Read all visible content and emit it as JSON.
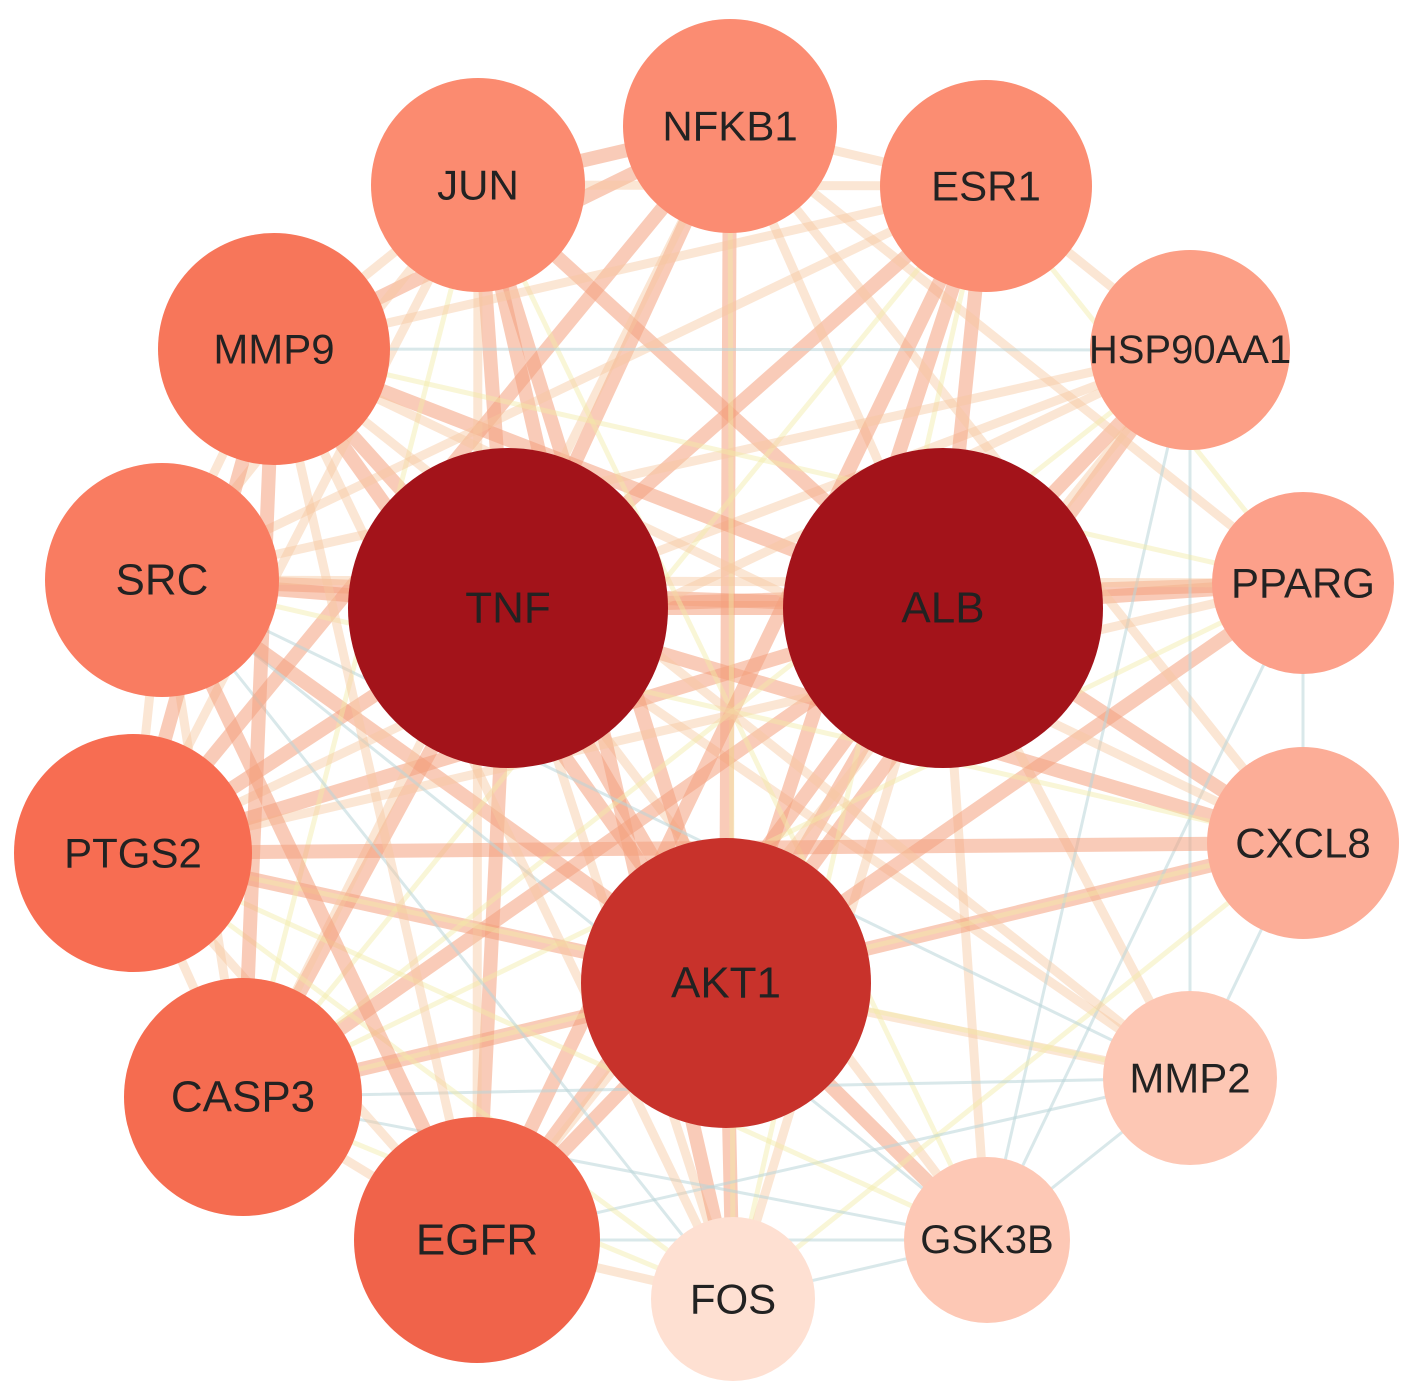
{
  "diagram": {
    "type": "protein-protein interaction network",
    "layout": "circular with three hub nodes in the center",
    "encoding": "node size and color depth increase with degree; edge width and color indicate interaction score",
    "colors": {
      "edge_strong": "#f4a07e",
      "edge_medium": "#f6c8a0",
      "edge_weak_yellow": "#f2eaa6",
      "edge_weak_blue": "#b9d6d8"
    },
    "nodes": [
      {
        "id": "TNF",
        "label": "TNF",
        "color": "#a3131a",
        "tier": "hub"
      },
      {
        "id": "ALB",
        "label": "ALB",
        "color": "#a3131a",
        "tier": "hub"
      },
      {
        "id": "AKT1",
        "label": "AKT1",
        "color": "#c8322b",
        "tier": "hub"
      },
      {
        "id": "NFKB1",
        "label": "NFKB1",
        "color": "#fb8c72",
        "tier": "ring"
      },
      {
        "id": "ESR1",
        "label": "ESR1",
        "color": "#fb8d72",
        "tier": "ring"
      },
      {
        "id": "HSP90AA1",
        "label": "HSP90AA1",
        "color": "#fc9f86",
        "tier": "ring"
      },
      {
        "id": "PPARG",
        "label": "PPARG",
        "color": "#fca08a",
        "tier": "ring"
      },
      {
        "id": "CXCL8",
        "label": "CXCL8",
        "color": "#fcad97",
        "tier": "ring"
      },
      {
        "id": "MMP2",
        "label": "MMP2",
        "color": "#fdc7b4",
        "tier": "ring"
      },
      {
        "id": "GSK3B",
        "label": "GSK3B",
        "color": "#fdc8b5",
        "tier": "ring"
      },
      {
        "id": "FOS",
        "label": "FOS",
        "color": "#fee0d2",
        "tier": "ring"
      },
      {
        "id": "EGFR",
        "label": "EGFR",
        "color": "#f0634a",
        "tier": "ring"
      },
      {
        "id": "CASP3",
        "label": "CASP3",
        "color": "#f56c50",
        "tier": "ring"
      },
      {
        "id": "PTGS2",
        "label": "PTGS2",
        "color": "#f76d52",
        "tier": "ring"
      },
      {
        "id": "SRC",
        "label": "SRC",
        "color": "#f97c61",
        "tier": "ring"
      },
      {
        "id": "MMP9",
        "label": "MMP9",
        "color": "#f7765a",
        "tier": "ring"
      },
      {
        "id": "JUN",
        "label": "JUN",
        "color": "#fb8b70",
        "tier": "ring"
      }
    ],
    "edges": [
      [
        "TNF",
        "ALB",
        "strong"
      ],
      [
        "TNF",
        "AKT1",
        "strong"
      ],
      [
        "ALB",
        "AKT1",
        "strong"
      ],
      [
        "TNF",
        "NFKB1",
        "strong"
      ],
      [
        "TNF",
        "JUN",
        "strong"
      ],
      [
        "TNF",
        "MMP9",
        "strong"
      ],
      [
        "TNF",
        "SRC",
        "strong"
      ],
      [
        "TNF",
        "PTGS2",
        "strong"
      ],
      [
        "TNF",
        "CASP3",
        "strong"
      ],
      [
        "TNF",
        "EGFR",
        "strong"
      ],
      [
        "TNF",
        "FOS",
        "medium"
      ],
      [
        "TNF",
        "GSK3B",
        "medium"
      ],
      [
        "TNF",
        "MMP2",
        "medium"
      ],
      [
        "TNF",
        "CXCL8",
        "strong"
      ],
      [
        "TNF",
        "PPARG",
        "strong"
      ],
      [
        "TNF",
        "HSP90AA1",
        "medium"
      ],
      [
        "TNF",
        "ESR1",
        "strong"
      ],
      [
        "ALB",
        "NFKB1",
        "medium"
      ],
      [
        "ALB",
        "JUN",
        "strong"
      ],
      [
        "ALB",
        "MMP9",
        "strong"
      ],
      [
        "ALB",
        "SRC",
        "strong"
      ],
      [
        "ALB",
        "PTGS2",
        "strong"
      ],
      [
        "ALB",
        "CASP3",
        "strong"
      ],
      [
        "ALB",
        "EGFR",
        "strong"
      ],
      [
        "ALB",
        "FOS",
        "medium"
      ],
      [
        "ALB",
        "GSK3B",
        "medium"
      ],
      [
        "ALB",
        "MMP2",
        "medium"
      ],
      [
        "ALB",
        "CXCL8",
        "strong"
      ],
      [
        "ALB",
        "PPARG",
        "strong"
      ],
      [
        "ALB",
        "HSP90AA1",
        "strong"
      ],
      [
        "ALB",
        "ESR1",
        "strong"
      ],
      [
        "AKT1",
        "NFKB1",
        "strong"
      ],
      [
        "AKT1",
        "JUN",
        "strong"
      ],
      [
        "AKT1",
        "MMP9",
        "strong"
      ],
      [
        "AKT1",
        "SRC",
        "strong"
      ],
      [
        "AKT1",
        "PTGS2",
        "strong"
      ],
      [
        "AKT1",
        "CASP3",
        "strong"
      ],
      [
        "AKT1",
        "EGFR",
        "strong"
      ],
      [
        "AKT1",
        "FOS",
        "strong"
      ],
      [
        "AKT1",
        "GSK3B",
        "strong"
      ],
      [
        "AKT1",
        "MMP2",
        "medium"
      ],
      [
        "AKT1",
        "CXCL8",
        "strong"
      ],
      [
        "AKT1",
        "PPARG",
        "strong"
      ],
      [
        "AKT1",
        "HSP90AA1",
        "strong"
      ],
      [
        "AKT1",
        "ESR1",
        "strong"
      ],
      [
        "NFKB1",
        "JUN",
        "strong"
      ],
      [
        "NFKB1",
        "ESR1",
        "medium"
      ],
      [
        "NFKB1",
        "MMP9",
        "strong"
      ],
      [
        "NFKB1",
        "PTGS2",
        "strong"
      ],
      [
        "NFKB1",
        "CASP3",
        "medium"
      ],
      [
        "NFKB1",
        "CXCL8",
        "medium"
      ],
      [
        "NFKB1",
        "PPARG",
        "medium"
      ],
      [
        "NFKB1",
        "FOS",
        "weak_yellow"
      ],
      [
        "JUN",
        "FOS",
        "strong"
      ],
      [
        "JUN",
        "MMP9",
        "medium"
      ],
      [
        "JUN",
        "SRC",
        "medium"
      ],
      [
        "JUN",
        "EGFR",
        "medium"
      ],
      [
        "JUN",
        "ESR1",
        "medium"
      ],
      [
        "JUN",
        "CASP3",
        "weak_yellow"
      ],
      [
        "JUN",
        "PTGS2",
        "medium"
      ],
      [
        "JUN",
        "GSK3B",
        "weak_yellow"
      ],
      [
        "ESR1",
        "HSP90AA1",
        "medium"
      ],
      [
        "ESR1",
        "EGFR",
        "strong"
      ],
      [
        "ESR1",
        "SRC",
        "medium"
      ],
      [
        "ESR1",
        "PPARG",
        "weak_yellow"
      ],
      [
        "ESR1",
        "MMP9",
        "medium"
      ],
      [
        "ESR1",
        "CASP3",
        "weak_yellow"
      ],
      [
        "ESR1",
        "FOS",
        "weak_yellow"
      ],
      [
        "HSP90AA1",
        "EGFR",
        "medium"
      ],
      [
        "HSP90AA1",
        "SRC",
        "medium"
      ],
      [
        "HSP90AA1",
        "MMP9",
        "weak_blue"
      ],
      [
        "HSP90AA1",
        "GSK3B",
        "weak_blue"
      ],
      [
        "HSP90AA1",
        "CASP3",
        "weak_yellow"
      ],
      [
        "HSP90AA1",
        "MMP2",
        "weak_blue"
      ],
      [
        "HSP90AA1",
        "PTGS2",
        "medium"
      ],
      [
        "PPARG",
        "PTGS2",
        "medium"
      ],
      [
        "PPARG",
        "MMP9",
        "weak_yellow"
      ],
      [
        "PPARG",
        "CASP3",
        "weak_yellow"
      ],
      [
        "PPARG",
        "GSK3B",
        "weak_blue"
      ],
      [
        "PPARG",
        "CXCL8",
        "weak_blue"
      ],
      [
        "PPARG",
        "SRC",
        "medium"
      ],
      [
        "CXCL8",
        "PTGS2",
        "strong"
      ],
      [
        "CXCL8",
        "MMP9",
        "medium"
      ],
      [
        "CXCL8",
        "CASP3",
        "weak_yellow"
      ],
      [
        "CXCL8",
        "MMP2",
        "weak_blue"
      ],
      [
        "CXCL8",
        "SRC",
        "weak_yellow"
      ],
      [
        "CXCL8",
        "FOS",
        "weak_yellow"
      ],
      [
        "MMP2",
        "MMP9",
        "medium"
      ],
      [
        "MMP2",
        "EGFR",
        "weak_blue"
      ],
      [
        "MMP2",
        "SRC",
        "weak_blue"
      ],
      [
        "MMP2",
        "PTGS2",
        "weak_yellow"
      ],
      [
        "MMP2",
        "CASP3",
        "weak_blue"
      ],
      [
        "MMP2",
        "GSK3B",
        "weak_blue"
      ],
      [
        "GSK3B",
        "CASP3",
        "weak_blue"
      ],
      [
        "GSK3B",
        "EGFR",
        "weak_blue"
      ],
      [
        "GSK3B",
        "SRC",
        "weak_blue"
      ],
      [
        "GSK3B",
        "FOS",
        "weak_blue"
      ],
      [
        "GSK3B",
        "PTGS2",
        "weak_yellow"
      ],
      [
        "FOS",
        "EGFR",
        "medium"
      ],
      [
        "FOS",
        "PTGS2",
        "weak_yellow"
      ],
      [
        "FOS",
        "MMP9",
        "medium"
      ],
      [
        "FOS",
        "CASP3",
        "weak_yellow"
      ],
      [
        "FOS",
        "SRC",
        "weak_blue"
      ],
      [
        "EGFR",
        "SRC",
        "strong"
      ],
      [
        "EGFR",
        "CASP3",
        "medium"
      ],
      [
        "EGFR",
        "PTGS2",
        "medium"
      ],
      [
        "EGFR",
        "MMP9",
        "medium"
      ],
      [
        "CASP3",
        "PTGS2",
        "medium"
      ],
      [
        "CASP3",
        "SRC",
        "medium"
      ],
      [
        "CASP3",
        "MMP9",
        "strong"
      ],
      [
        "PTGS2",
        "SRC",
        "medium"
      ],
      [
        "PTGS2",
        "MMP9",
        "strong"
      ],
      [
        "SRC",
        "MMP9",
        "medium"
      ]
    ]
  }
}
